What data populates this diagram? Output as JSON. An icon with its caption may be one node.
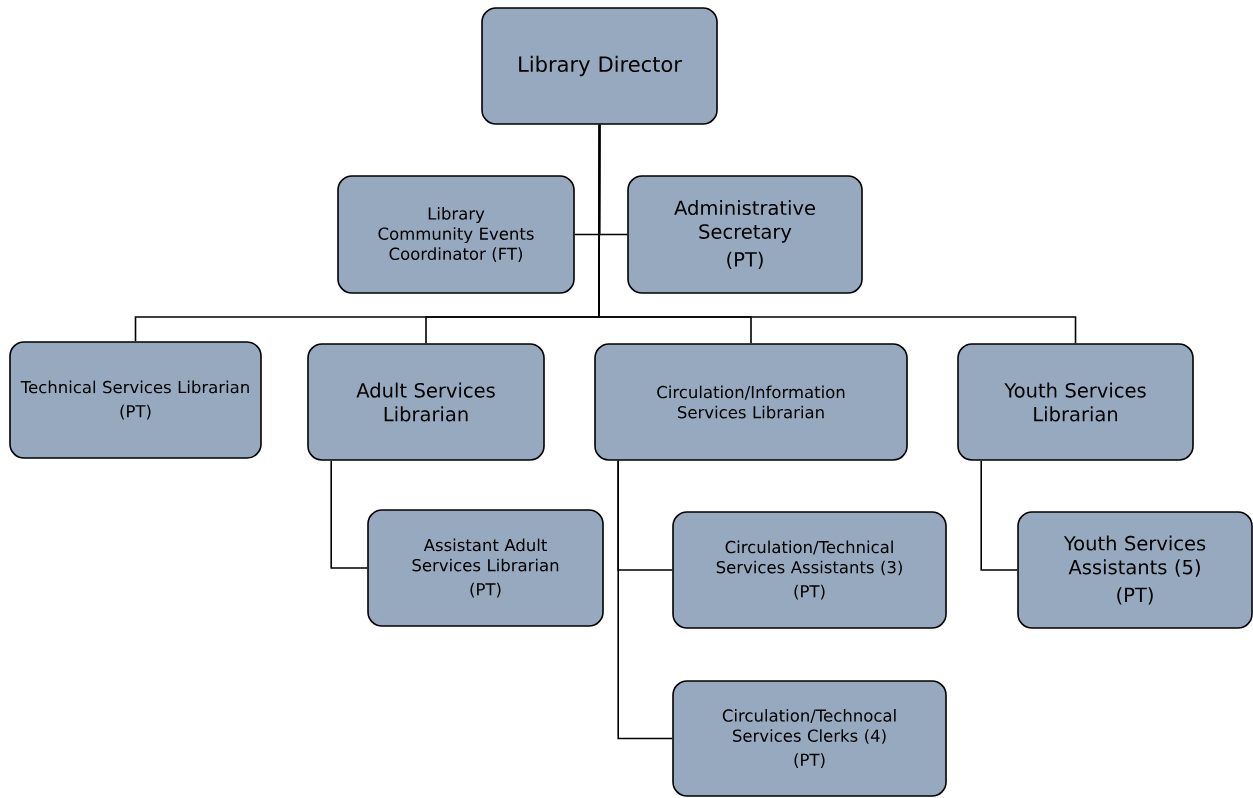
{
  "diagram": {
    "nodes": [
      {
        "text": [
          "Library Director"
        ]
      },
      {
        "text": [
          "Library Community Events Coordinator (FT)"
        ]
      },
      {
        "text": [
          "Administrative Secretary",
          "(PT)"
        ]
      },
      {
        "text": [
          "Technical Services Librarian",
          "(PT)"
        ]
      },
      {
        "text": [
          "Adult Services Librarian"
        ]
      },
      {
        "text": [
          "Circulation/Information Services Librarian"
        ]
      },
      {
        "text": [
          "Youth Services Librarian"
        ]
      },
      {
        "text": [
          "Assistant Adult Services Librarian",
          "(PT)"
        ]
      },
      {
        "text": [
          "Circulation/Technical Services Assistants (3)",
          "(PT)"
        ]
      },
      {
        "text": [
          "Circulation/Technocal Services Clerks (4)",
          "(PT)"
        ]
      },
      {
        "text": [
          "Youth Services Assistants (5)",
          "(PT)"
        ]
      }
    ],
    "edges": [
      {
        "from": 0,
        "to": 1,
        "arrow": "none"
      },
      {
        "from": 0,
        "to": 2,
        "arrow": "none"
      },
      {
        "from": 0,
        "to": 3,
        "arrow": "none"
      },
      {
        "from": 0,
        "to": 4,
        "arrow": "none"
      },
      {
        "from": 0,
        "to": 5,
        "arrow": "none"
      },
      {
        "from": 0,
        "to": 6,
        "arrow": "none"
      },
      {
        "from": 4,
        "to": 7,
        "arrow": "none"
      },
      {
        "from": 5,
        "to": 8,
        "arrow": "none"
      },
      {
        "from": 5,
        "to": 9,
        "arrow": "none"
      },
      {
        "from": 6,
        "to": 10,
        "arrow": "none"
      }
    ]
  }
}
